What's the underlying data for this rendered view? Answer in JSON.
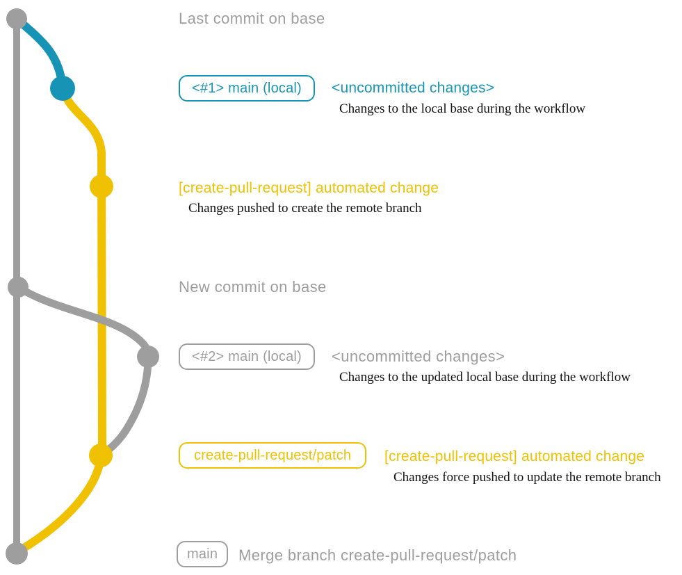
{
  "colors": {
    "gray": "#9e9e9e",
    "teal": "#1794b5",
    "yellow": "#efc100",
    "ink": "#111111",
    "background": "#ffffff"
  },
  "annotations": {
    "last_commit": "Last commit on base",
    "branch1": {
      "badge": "<#1> main (local)",
      "title": "<uncommitted changes>",
      "desc": "Changes to the local base during the workflow"
    },
    "commit1": {
      "title": "[create-pull-request] automated change",
      "desc": "Changes pushed to create the remote branch"
    },
    "new_commit": "New commit on base",
    "branch2": {
      "badge": "<#2> main (local)",
      "title": "<uncommitted changes>",
      "desc": "Changes to the updated local base during the workflow"
    },
    "patch": {
      "badge": "create-pull-request/patch",
      "title": "[create-pull-request] automated change",
      "desc": "Changes force pushed to update the remote branch"
    },
    "merge": {
      "badge": "main",
      "title": "Merge branch create-pull-request/patch"
    }
  }
}
